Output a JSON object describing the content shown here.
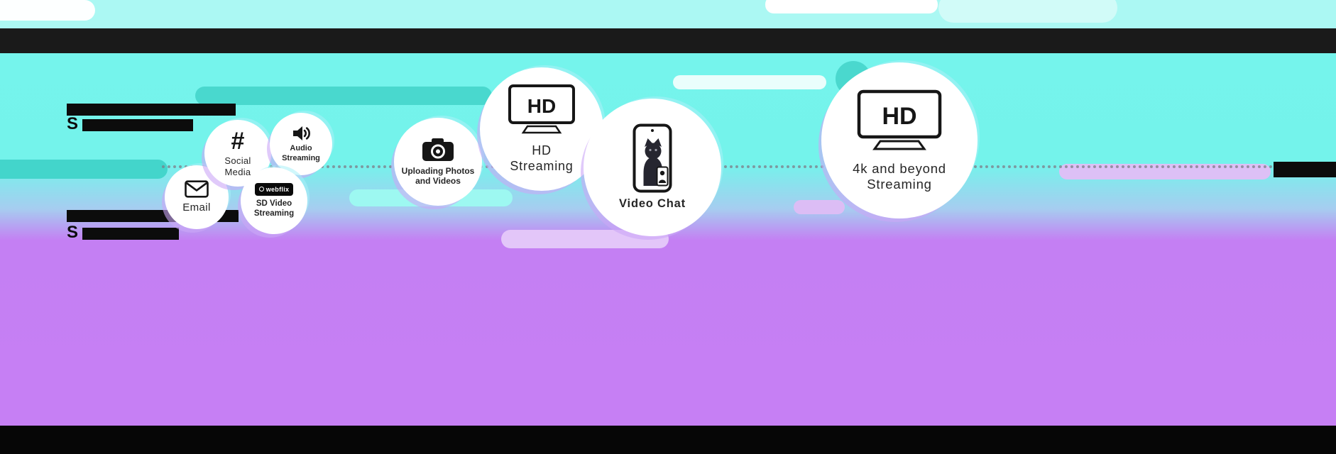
{
  "colors": {
    "cyan_bg": "#74f4ec",
    "purple_bg": "#c77ff4",
    "teal_pill": "#49d8ce",
    "lavender_pill": "#e0c3f8",
    "black_band": "#1a1a1a"
  },
  "icons": {
    "hashtag_glyph": "#"
  },
  "redacted": {
    "top_heading_prefix": "S",
    "bottom_heading_prefix": "S"
  },
  "bubbles": [
    {
      "label": "Email"
    },
    {
      "label": "Social Media"
    },
    {
      "label": "Audio Streaming"
    },
    {
      "label": "SD Video Streaming",
      "logo_text": "webflix"
    },
    {
      "label": "Uploading Photos and Videos"
    },
    {
      "label": "HD Streaming",
      "tv_text": "HD"
    },
    {
      "label": "Video Chat"
    },
    {
      "label": "4k and beyond Streaming",
      "tv_text": "HD"
    }
  ]
}
